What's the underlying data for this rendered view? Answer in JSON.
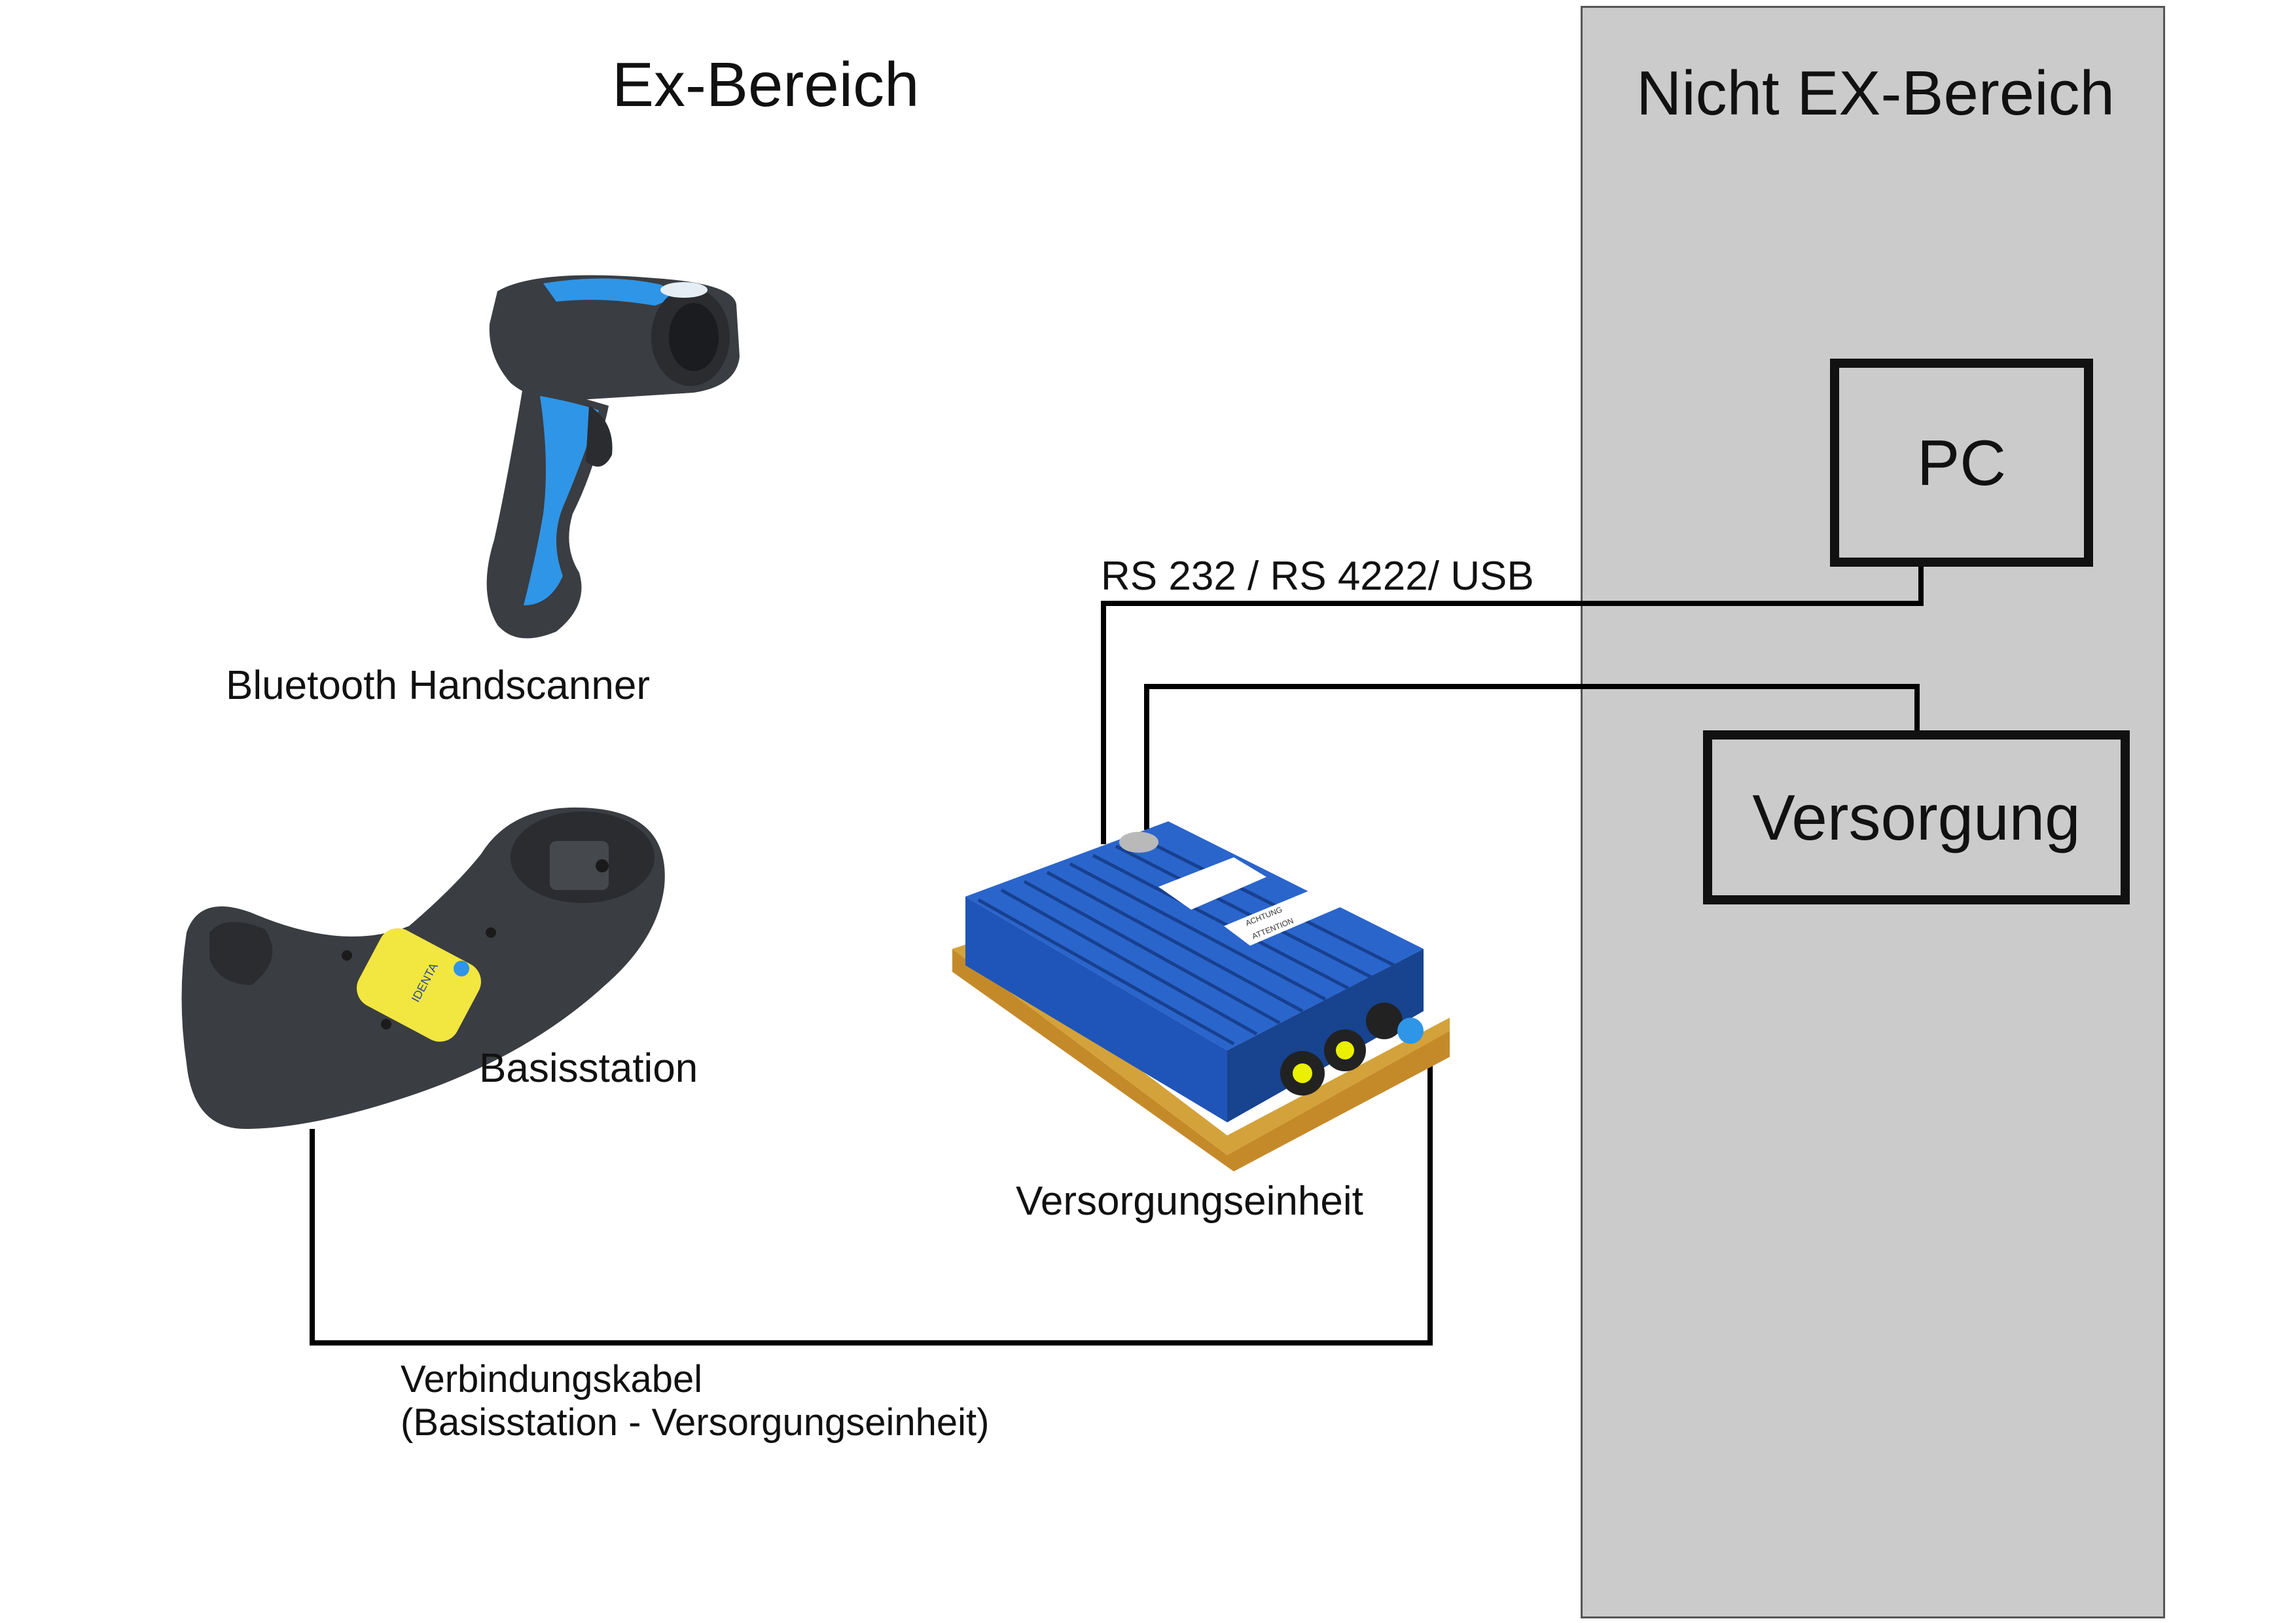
{
  "zones": {
    "ex_title": "Ex-Bereich",
    "non_ex_title": "Nicht EX-Bereich"
  },
  "boxes": {
    "pc": "PC",
    "versorgung": "Versorgung"
  },
  "labels": {
    "handscanner": "Bluetooth Handscanner",
    "basisstation": "Basisstation",
    "versorgungseinheit": "Versorgungseinheit",
    "interface": "RS 232 / RS 4222/ USB",
    "cable_line1": "Verbindungskabel",
    "cable_line2": "(Basisstation - Versorgungseinheit)"
  },
  "device_texts": {
    "station_logo": "IDENTA",
    "unit_warning_1": "ACHTUNG",
    "unit_warning_2": "ATTENTION"
  },
  "colors": {
    "non_ex_background": "#cbcbcb",
    "scanner_blue": "#2f95e6",
    "device_dark": "#3a3d42",
    "unit_blue": "#1f55b8",
    "unit_base": "#d4a23a",
    "station_label_yellow": "#f2e640"
  },
  "icons": {
    "scanner": "handheld-barcode-scanner",
    "station": "charging-base-station",
    "unit": "supply-unit-box"
  }
}
